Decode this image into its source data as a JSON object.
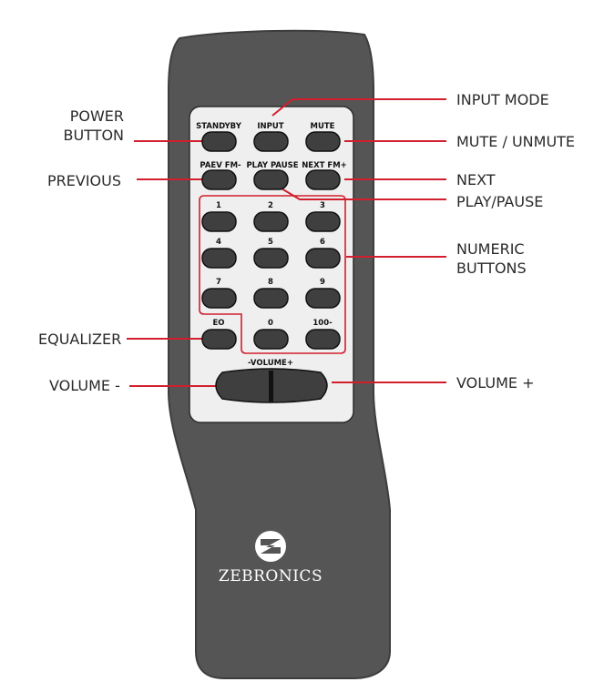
{
  "brand": "ZEBRONICS",
  "colors": {
    "body": "#555555",
    "body_edge": "#3d3d3d",
    "panel": "#efefef",
    "button": "#3f3f3f",
    "callout_line": "#d21f2d",
    "text": "#2a2a2a"
  },
  "remote_labels": {
    "standby": "STANDYBY",
    "input": "INPUT",
    "mute": "MUTE",
    "prev": "PAEV FM-",
    "play": "PLAY PAUSE",
    "next": "NEXT FM+",
    "n1": "1",
    "n2": "2",
    "n3": "3",
    "n4": "4",
    "n5": "5",
    "n6": "6",
    "n7": "7",
    "n8": "8",
    "n9": "9",
    "eq": "EO",
    "n0": "0",
    "n100": "100-",
    "volume": "-VOLUME+"
  },
  "callouts": {
    "power": "POWER\nBUTTON",
    "previous": "PREVIOUS",
    "equalizer": "EQUALIZER",
    "volume_down": "VOLUME -",
    "input_mode": "INPUT MODE",
    "mute_unmute": "MUTE / UNMUTE",
    "next": "NEXT",
    "play_pause": "PLAY/PAUSE",
    "numeric": "NUMERIC\nBUTTONS",
    "volume_up": "VOLUME +"
  },
  "icons": [
    "zebronics-logo-icon"
  ]
}
